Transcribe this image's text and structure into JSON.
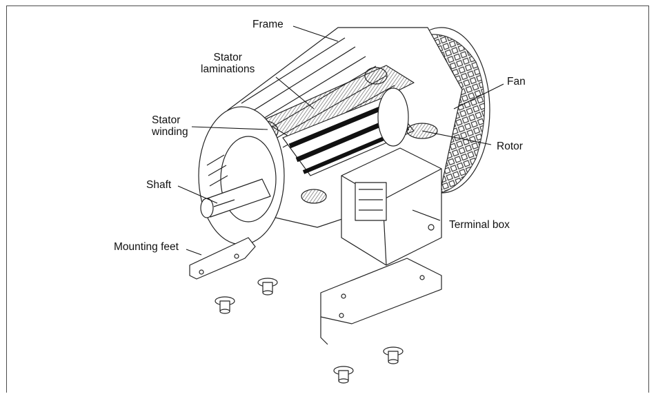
{
  "labels": {
    "frame": "Frame",
    "stator_laminations": "Stator\nlaminations",
    "fan": "Fan",
    "stator_winding": "Stator\nwinding",
    "rotor": "Rotor",
    "shaft": "Shaft",
    "terminal_box": "Terminal box",
    "mounting_feet": "Mounting feet"
  },
  "colors": {
    "ink": "#111111",
    "border": "#4a4a4a",
    "shade": "#2b2b2b",
    "hatch": "#555555"
  }
}
